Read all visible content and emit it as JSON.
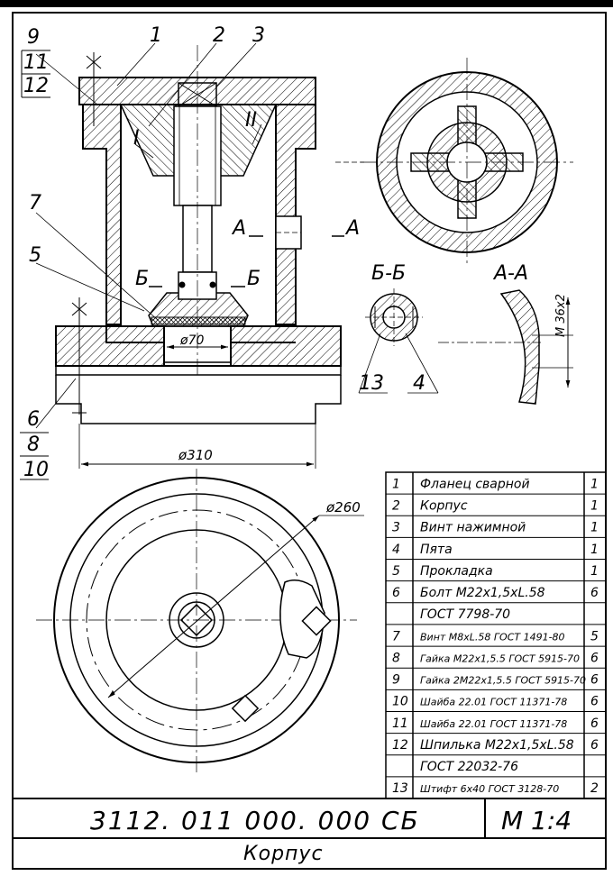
{
  "drawing": {
    "leaders_top_left": [
      "9",
      "11",
      "12"
    ],
    "leaders_top": [
      "1",
      "2",
      "3"
    ],
    "leader_7": "7",
    "leader_5": "5",
    "leaders_bottom_left": [
      "6",
      "8",
      "10"
    ],
    "roman_I": "I",
    "roman_II": "II",
    "section_A_left": "A",
    "section_A_right": "A",
    "section_B_left": "Б",
    "section_B_right": "Б",
    "dim_70": "ø70",
    "dim_310": "ø310",
    "dim_260": "ø260",
    "view_BB_title": "Б-Б",
    "view_AA_title": "А-А",
    "thread_label": "M 36x2",
    "callout_13": "13",
    "callout_4": "4"
  },
  "bom": {
    "rows": [
      {
        "pos": "1",
        "name": "Фланец сварной",
        "qty": "1"
      },
      {
        "pos": "2",
        "name": "Корпус",
        "qty": "1"
      },
      {
        "pos": "3",
        "name": "Винт нажимной",
        "qty": "1"
      },
      {
        "pos": "4",
        "name": "Пята",
        "qty": "1"
      },
      {
        "pos": "5",
        "name": "Прокладка",
        "qty": "1"
      },
      {
        "pos": "6",
        "name": "Болт  M22x1,5xL.58",
        "qty": "6"
      },
      {
        "pos": "",
        "name": "ГОСТ 7798-70",
        "qty": ""
      },
      {
        "pos": "7",
        "name": "Винт M8xL.58  ГОСТ 1491-80",
        "qty": "5"
      },
      {
        "pos": "8",
        "name": "Гайка M22x1,5.5  ГОСТ 5915-70",
        "qty": "6"
      },
      {
        "pos": "9",
        "name": "Гайка 2M22x1,5.5   ГОСТ 5915-70",
        "qty": "6"
      },
      {
        "pos": "10",
        "name": "Шайба 22.01  ГОСТ 11371-78",
        "qty": "6"
      },
      {
        "pos": "11",
        "name": "Шайба 22.01  ГОСТ 11371-78",
        "qty": "6"
      },
      {
        "pos": "12",
        "name": "Шпилька  M22x1,5xL.58",
        "qty": "6"
      },
      {
        "pos": "",
        "name": "ГОСТ 22032-76",
        "qty": ""
      },
      {
        "pos": "13",
        "name": "Штифт 6x40  ГОСТ 3128-70",
        "qty": "2"
      }
    ]
  },
  "title_block": {
    "code": "3112. 011 000. 000 СБ",
    "scale": "M 1:4",
    "name": "Корпус"
  }
}
